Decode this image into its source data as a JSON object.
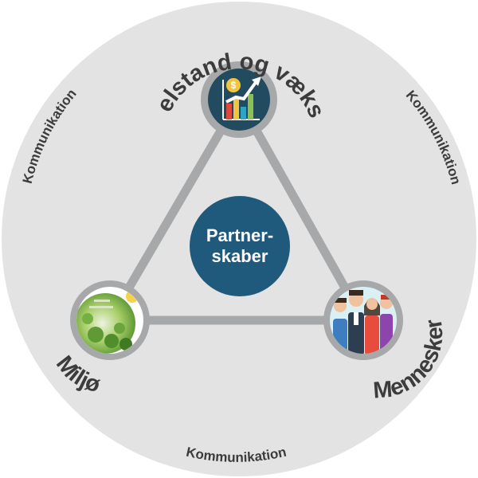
{
  "diagram": {
    "center": {
      "line1": "Partner-",
      "line2": "skaber"
    },
    "nodes": {
      "top": {
        "label": "Velstand og vækst",
        "icon": "growth-chart-icon"
      },
      "left": {
        "label": "Miljø",
        "icon": "green-earth-icon"
      },
      "right": {
        "label": "Mennesker",
        "icon": "people-group-icon"
      }
    },
    "ring_labels": {
      "left": "Kommunikation",
      "right": "Kommunikation",
      "bottom": "Kommunikation"
    }
  },
  "colors": {
    "outer_circle": "#e3e3e3",
    "triangle_line": "#a7a8aa",
    "center_circle": "#1f5a7c",
    "text_dark": "#3c3c3c",
    "chart_icon_bg": "#234b60"
  }
}
